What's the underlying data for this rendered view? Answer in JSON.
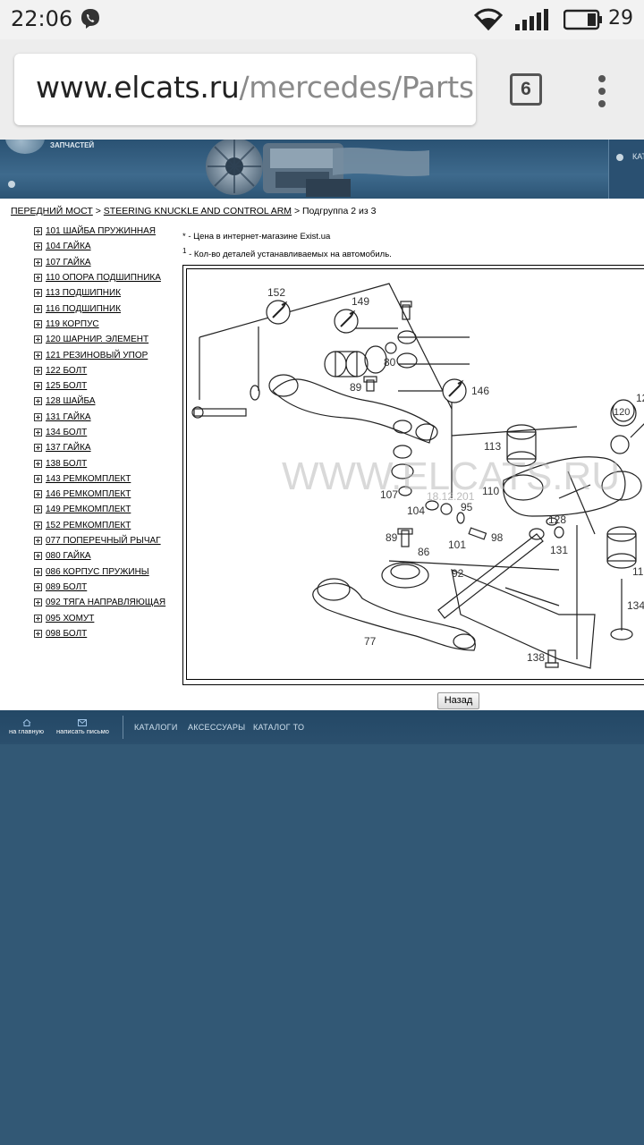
{
  "status_bar": {
    "time": "22:06",
    "battery_level": "29",
    "icons": [
      "viber-icon",
      "wifi-icon",
      "signal-icon",
      "battery-icon"
    ]
  },
  "browser": {
    "url_host": "www.elcats.ru",
    "url_path": "/mercedes/Parts.as",
    "tab_count": "6",
    "menu_icon": "overflow-menu-icon"
  },
  "site_header": {
    "slogan": "ЗАПЧАСТЕЙ",
    "right_label": "КАТ"
  },
  "breadcrumb": {
    "level1": "ПЕРЕДНИЙ МОСТ",
    "sep1": " > ",
    "level2": "STEERING KNUCKLE AND CONTROL ARM",
    "sep2": " > ",
    "current": "Подгруппа 2 из 3"
  },
  "parts": [
    {
      "label": "101 ШАЙБА ПРУЖИННАЯ"
    },
    {
      "label": "104 ГАЙКА"
    },
    {
      "label": "107 ГАЙКА"
    },
    {
      "label": "110 ОПОРА ПОДШИПНИКА"
    },
    {
      "label": "113 ПОДШИПНИК"
    },
    {
      "label": "116 ПОДШИПНИК"
    },
    {
      "label": "119 КОРПУС"
    },
    {
      "label": "120 ШАРНИР. ЭЛЕМЕНТ"
    },
    {
      "label": "121 РЕЗИНОВЫЙ УПОР"
    },
    {
      "label": "122 БОЛТ"
    },
    {
      "label": "125 БОЛТ"
    },
    {
      "label": "128 ШАЙБА"
    },
    {
      "label": "131 ГАЙКА"
    },
    {
      "label": "134 БОЛТ"
    },
    {
      "label": "137 ГАЙКА"
    },
    {
      "label": "138 БОЛТ"
    },
    {
      "label": "143 РЕМКОМПЛЕКТ"
    },
    {
      "label": "146 РЕМКОМПЛЕКТ"
    },
    {
      "label": "149 РЕМКОМПЛЕКТ"
    },
    {
      "label": "152 РЕМКОМПЛЕКТ"
    },
    {
      "label": "077 ПОПЕРЕЧНЫЙ РЫЧАГ"
    },
    {
      "label": "080 ГАЙКА"
    },
    {
      "label": "086 КОРПУС ПРУЖИНЫ"
    },
    {
      "label": "089 БОЛТ"
    },
    {
      "label": "092 ТЯГА НАПРАВЛЯЮЩАЯ"
    },
    {
      "label": "095 ХОМУТ"
    },
    {
      "label": "098 БОЛТ"
    }
  ],
  "notes": {
    "price_note": "* - Цена в интернет-магазине Exist.ua",
    "qty_sup": "1",
    "qty_note": " - Кол-во деталей устанавливаемых на автомобиль."
  },
  "diagram": {
    "watermark": "WWW.ELCATS.RU",
    "date_stamp": "18.12.201",
    "callouts": [
      "152",
      "149",
      "80",
      "89",
      "146",
      "113",
      "110",
      "107",
      "104",
      "95",
      "98",
      "101",
      "89",
      "86",
      "92",
      "128",
      "131",
      "77",
      "138",
      "120",
      "12",
      "11",
      "134"
    ]
  },
  "back_button": "Назад",
  "footer": {
    "home_label": "на главную",
    "mail_label": "написать письмо",
    "links": [
      "КАТАЛОГИ",
      "АКСЕССУАРЫ",
      "КАТАЛОГ ТО"
    ]
  }
}
